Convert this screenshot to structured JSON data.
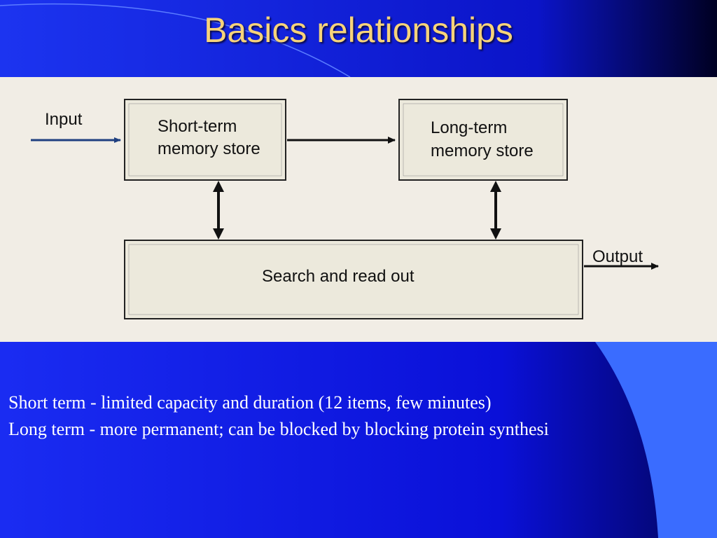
{
  "slide": {
    "title": "Basics relationships",
    "colors": {
      "background": "#0d12e6",
      "title": "#f6d37a",
      "accent_shape": "#3a6cff",
      "figure_bg": "#f4f2ec",
      "box_fill": "#ece9dc"
    }
  },
  "diagram": {
    "input_label": "Input",
    "output_label": "Output",
    "short_term_box": {
      "line1": "Short-term",
      "line2": "memory store"
    },
    "long_term_box": {
      "line1": "Long-term",
      "line2": "memory store"
    },
    "search_box": {
      "label": "Search and read out"
    }
  },
  "caption": {
    "lines": [
      "Short term - limited capacity and duration (12 items, few minutes)",
      "Long term - more permanent; can be blocked by blocking protein synthesi"
    ]
  }
}
